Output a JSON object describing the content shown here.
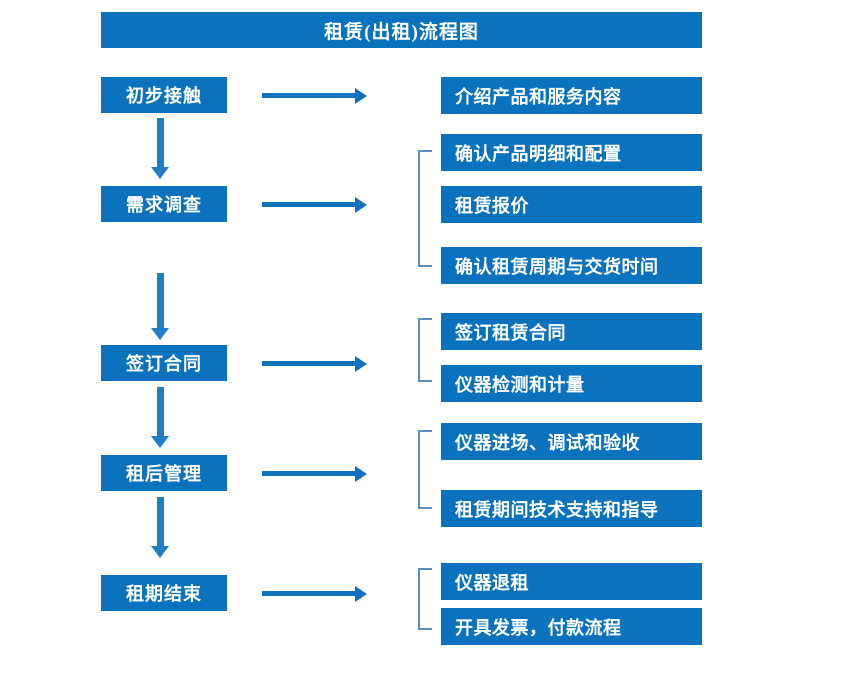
{
  "title": "租赁(出租)流程图",
  "colors": {
    "box_fill": "#0b72bd",
    "box_text": "#ffffff",
    "arrow": "#1272bd",
    "bracket": "#5b8ec4",
    "background": "#ffffff"
  },
  "stages": [
    {
      "id": "stage-1",
      "label": "初步接触",
      "has_bracket": false,
      "details": [
        {
          "label": "介绍产品和服务内容"
        }
      ]
    },
    {
      "id": "stage-2",
      "label": "需求调查",
      "has_bracket": true,
      "details": [
        {
          "label": "确认产品明细和配置"
        },
        {
          "label": "租赁报价"
        },
        {
          "label": "确认租赁周期与交货时间"
        }
      ]
    },
    {
      "id": "stage-3",
      "label": "签订合同",
      "has_bracket": true,
      "details": [
        {
          "label": "签订租赁合同"
        },
        {
          "label": "仪器检测和计量"
        }
      ]
    },
    {
      "id": "stage-4",
      "label": "租后管理",
      "has_bracket": true,
      "details": [
        {
          "label": "仪器进场、调试和验收"
        },
        {
          "label": "租赁期间技术支持和指导"
        }
      ]
    },
    {
      "id": "stage-5",
      "label": "租期结束",
      "has_bracket": true,
      "details": [
        {
          "label": "仪器退租"
        },
        {
          "label": "开具发票，付款流程"
        }
      ]
    }
  ]
}
